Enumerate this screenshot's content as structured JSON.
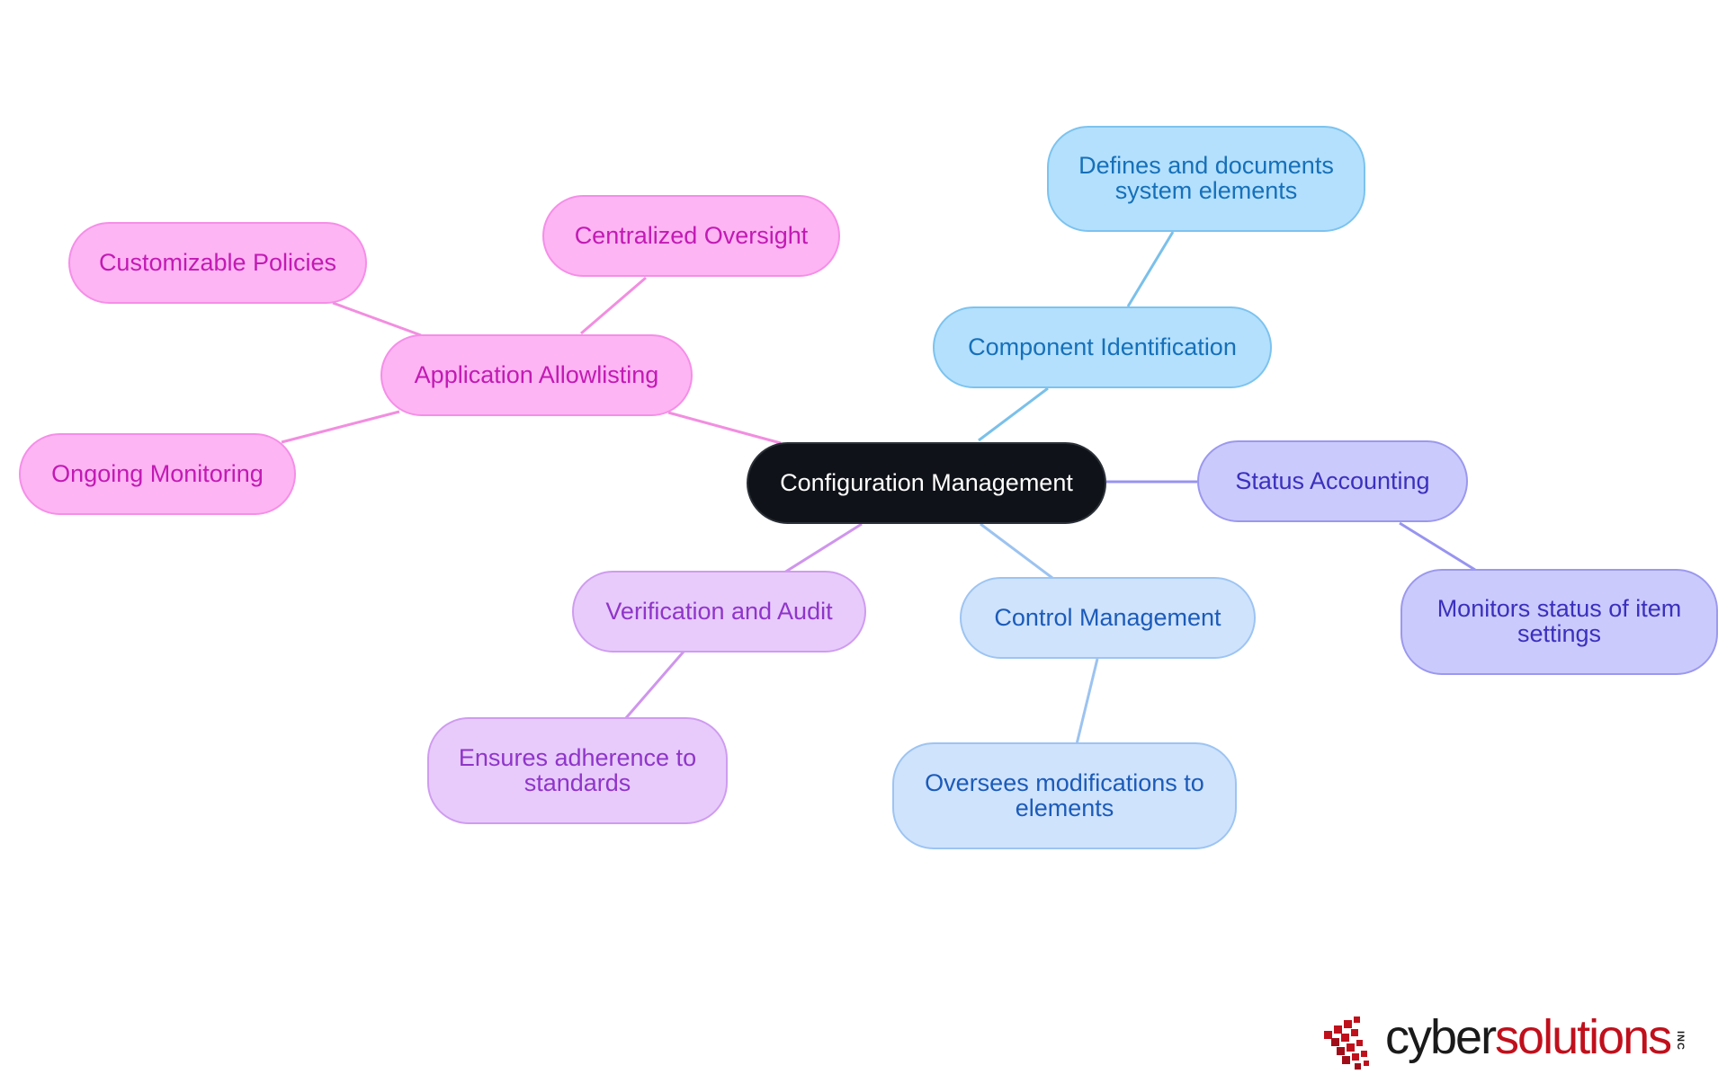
{
  "diagram": {
    "root": {
      "label": "Configuration Management"
    },
    "branches": [
      {
        "key": "allowlisting",
        "label": "Application Allowlisting",
        "color": "#f28ee0",
        "children": [
          "Customizable Policies",
          "Centralized Oversight",
          "Ongoing Monitoring"
        ]
      },
      {
        "key": "component",
        "label": "Component Identification",
        "color": "#7ac0ea",
        "children": [
          "Defines and documents system elements"
        ]
      },
      {
        "key": "status",
        "label": "Status Accounting",
        "color": "#9894f0",
        "children": [
          "Monitors status of item settings"
        ]
      },
      {
        "key": "control",
        "label": "Control Management",
        "color": "#9cc3f0",
        "children": [
          "Oversees modifications to elements"
        ]
      },
      {
        "key": "verification",
        "label": "Verification and Audit",
        "color": "#cf95ec",
        "children": [
          "Ensures adherence to standards"
        ]
      }
    ]
  },
  "logo": {
    "word_part1": "cyber",
    "word_part2": "solutions",
    "suffix": "INC",
    "colors": {
      "dark": "#1a1a1a",
      "red": "#c0101c"
    }
  }
}
